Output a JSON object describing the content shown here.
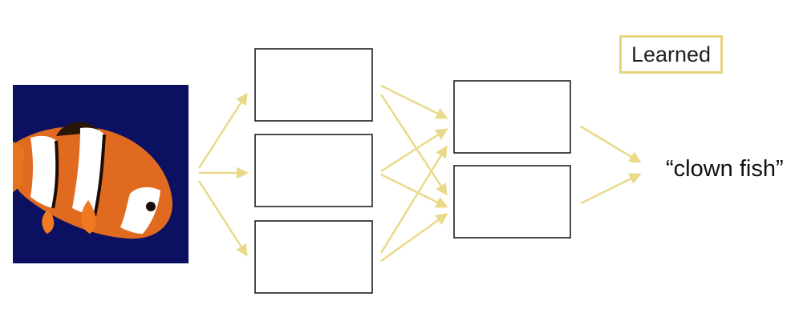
{
  "legend": {
    "label": "Learned"
  },
  "output": {
    "label": "“clown fish”"
  },
  "input_image": {
    "subject": "clownfish-photo",
    "background": "#0b1160"
  },
  "network": {
    "layer1_units": 3,
    "layer2_units": 2
  },
  "colors": {
    "connection": "#ead98a",
    "legend_border": "#e6d37e",
    "box_stroke": "#111111"
  }
}
